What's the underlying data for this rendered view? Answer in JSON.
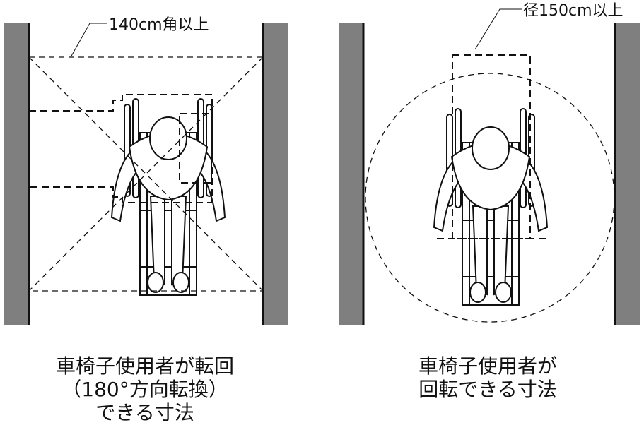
{
  "left_panel": {
    "dimension_label": "140cm角以上",
    "caption": [
      "車椅子使用者が転回",
      "（180°方向転換）",
      "できる寸法"
    ]
  },
  "right_panel": {
    "dimension_label": "径150cm以上",
    "caption": [
      "車椅子使用者が",
      "回転できる寸法"
    ]
  },
  "colors": {
    "wall": "#7f7f7f",
    "line": "#111111"
  }
}
